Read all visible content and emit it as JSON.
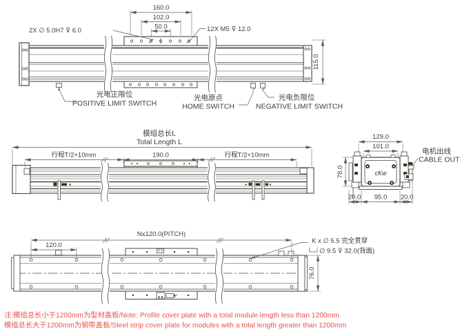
{
  "colors": {
    "drawing_line": "#4b463f",
    "dimension_line": "#5f5a53",
    "text": "#403c37",
    "note_red": "#e8524b",
    "background": "#ffffff"
  },
  "icons": {
    "diameter": "∅",
    "depth": "⊽",
    "counterbore": "⌴ (drawn as open-top rectangle)"
  },
  "top_view": {
    "dims": {
      "d160": "160.0",
      "d102": "102.0",
      "d50": "50.0",
      "d115": "115.0"
    },
    "callout_left": "2X ∅ 5.0H7 ⊽ 6.0",
    "callout_right": "12X M5 ⊽ 12.0",
    "switches": {
      "positive_cn": "光电正限位",
      "positive_en": "POSITIVE LIMIT SWITCH",
      "home_cn": "光电原点",
      "home_en": "HOME SWITCH",
      "negative_cn": "光电负限位",
      "negative_en": "NEGATIVE LIMIT SWITCH"
    }
  },
  "middle_view": {
    "total_cn": "模组总长L",
    "total_en": "Total Length L",
    "stroke_left": "行程T/2+10mm",
    "center_dim": "190.0",
    "stroke_right": "行程T/2+10mm"
  },
  "section_view": {
    "dims": {
      "d129": "129.0",
      "d101": "101.0",
      "d78": "78.0",
      "d20l": "20.0",
      "d95": "95.0",
      "d20r": "20.0"
    },
    "cable_cn": "电机出线",
    "cable_en": "CABLE OUT",
    "brand_logo": "cKw"
  },
  "bottom_view": {
    "dims": {
      "pitch": "Nx120.0(PITCH)",
      "d120": "120.0",
      "d76": "76.0"
    },
    "hole_note_line1": "K x ∅ 5.5 完全贯穿",
    "hole_note_line2": "∅ 9.5 ⊽ 32.0(背面)"
  },
  "notes": {
    "line1": "注:模组总长小于1200mm为型材盖板/Note: Profile cover plate with a total module length less than 1200mm",
    "line2": "模组总长大于1200mm为钢带盖板/Steel strip cover plate for modules with a total length greater than 1200mm"
  }
}
